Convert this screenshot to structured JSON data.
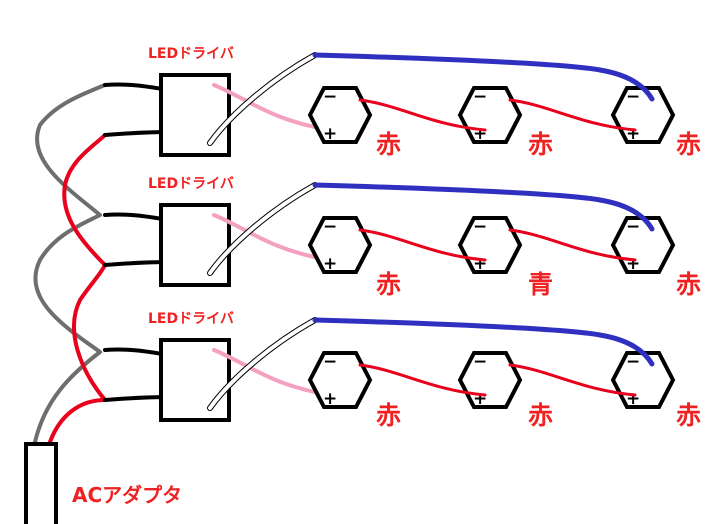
{
  "colors": {
    "red": "#e8001c",
    "blue": "#3030c0",
    "gray": "#6e6e6e",
    "pink": "#f4a0c0",
    "label_red": "#ee2222"
  },
  "drivers": [
    {
      "label": "LEDドライバ"
    },
    {
      "label": "LEDドライバ"
    },
    {
      "label": "LEDドライバ"
    }
  ],
  "led_rows": [
    {
      "leds": [
        {
          "color_label": "赤",
          "color": "#e8001c"
        },
        {
          "color_label": "赤",
          "color": "#e8001c"
        },
        {
          "color_label": "赤",
          "color": "#e8001c"
        }
      ]
    },
    {
      "leds": [
        {
          "color_label": "赤",
          "color": "#e8001c"
        },
        {
          "color_label": "青",
          "color": "#3030c0"
        },
        {
          "color_label": "赤",
          "color": "#e8001c"
        }
      ]
    },
    {
      "leds": [
        {
          "color_label": "赤",
          "color": "#e8001c"
        },
        {
          "color_label": "赤",
          "color": "#e8001c"
        },
        {
          "color_label": "赤",
          "color": "#e8001c"
        }
      ]
    }
  ],
  "terminal_marks": {
    "minus": "−",
    "plus": "+"
  },
  "adapter": {
    "label": "ACアダプタ"
  }
}
